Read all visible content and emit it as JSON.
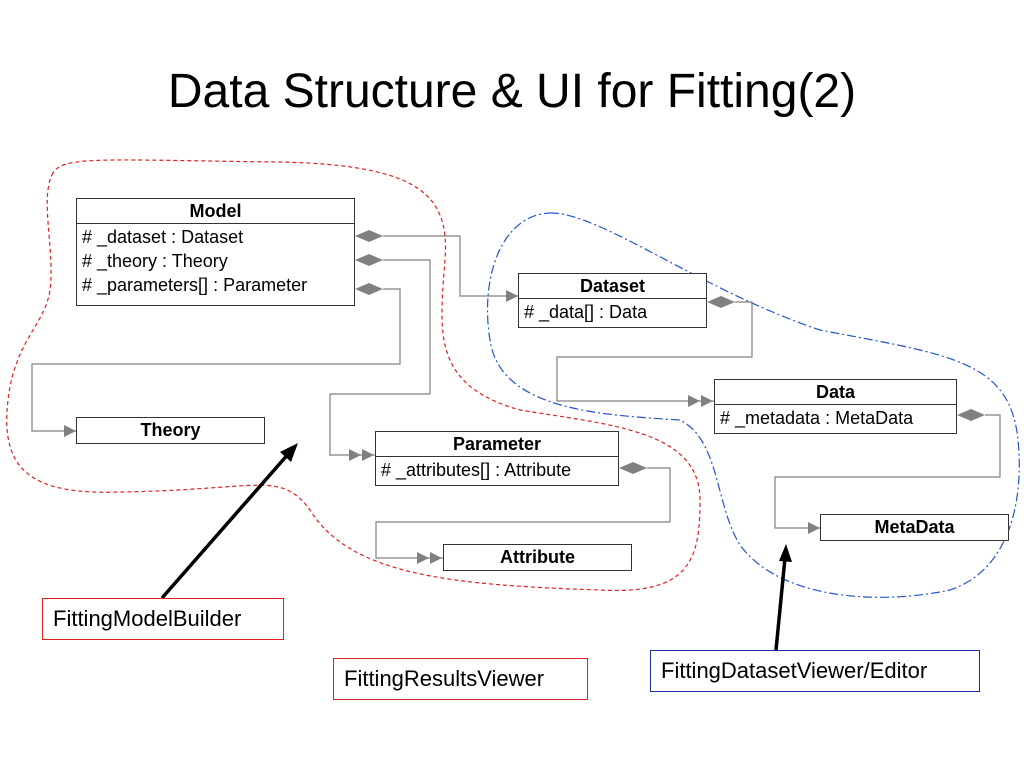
{
  "slide": {
    "title": "Data Structure & UI for Fitting(2)"
  },
  "classes": {
    "model": {
      "name": "Model",
      "attrs": [
        "# _dataset : Dataset",
        "# _theory : Theory",
        "# _parameters[] : Parameter"
      ]
    },
    "theory": {
      "name": "Theory"
    },
    "parameter": {
      "name": "Parameter",
      "attrs": [
        "# _attributes[] : Attribute"
      ]
    },
    "attribute": {
      "name": "Attribute"
    },
    "dataset": {
      "name": "Dataset",
      "attrs": [
        "# _data[] : Data"
      ]
    },
    "data": {
      "name": "Data",
      "attrs": [
        "# _metadata : MetaData"
      ]
    },
    "metadata": {
      "name": "MetaData"
    }
  },
  "labels": {
    "model_builder": "FittingModelBuilder",
    "results_viewer": "FittingResultsViewer",
    "dataset_viewer": "FittingDatasetViewer/Editor"
  },
  "colors": {
    "red_region": "#e02020",
    "blue_region": "#2255cc",
    "connector": "#808080",
    "text": "#000000"
  }
}
